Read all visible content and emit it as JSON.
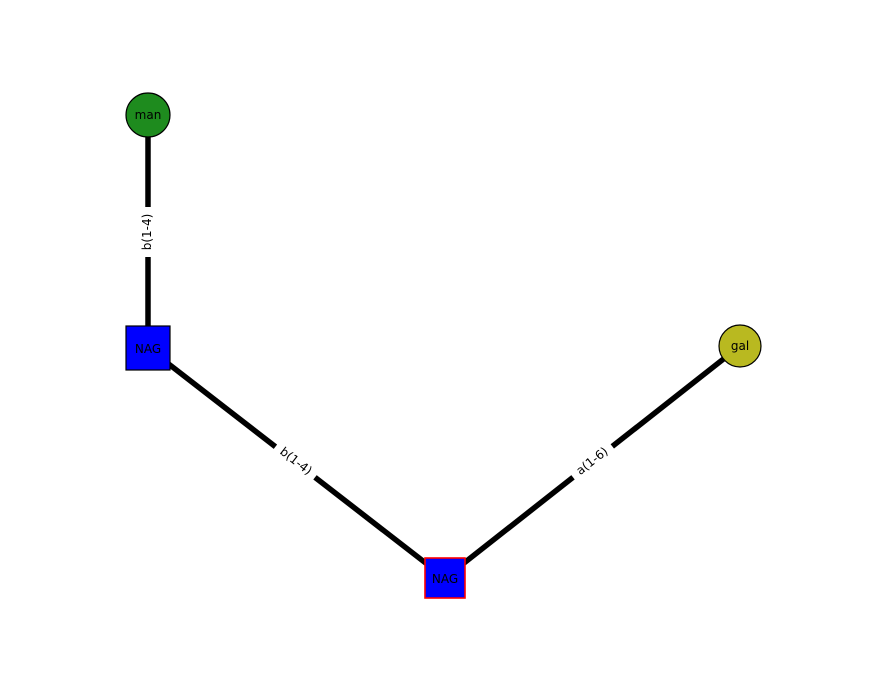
{
  "page": {
    "background_color": "#ffffff"
  },
  "diagram": {
    "type": "glycan-graph",
    "edge_color": "#000000",
    "label_color": "#000000",
    "nodes": [
      {
        "id": "man",
        "label": "man",
        "shape": "circle",
        "fill": "#1e8b1e",
        "stroke": "#000000"
      },
      {
        "id": "nag-1",
        "label": "NAG",
        "shape": "square",
        "fill": "#0000ff",
        "stroke": "#000000"
      },
      {
        "id": "nag-2",
        "label": "NAG",
        "shape": "square",
        "fill": "#0000ff",
        "stroke": "#ff0000"
      },
      {
        "id": "gal",
        "label": "gal",
        "shape": "circle",
        "fill": "#b9b920",
        "stroke": "#000000"
      }
    ],
    "edges": [
      {
        "from": "man",
        "to": "nag-1",
        "label": "b(1-4)"
      },
      {
        "from": "nag-1",
        "to": "nag-2",
        "label": "b(1-4)"
      },
      {
        "from": "nag-2",
        "to": "gal",
        "label": "a(1-6)"
      }
    ]
  }
}
